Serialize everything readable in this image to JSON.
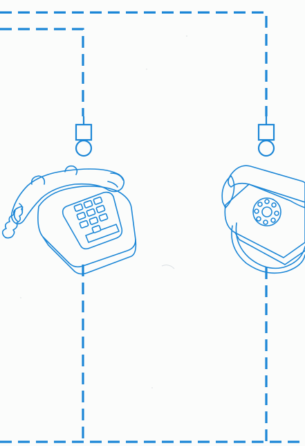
{
  "colors": {
    "ink": "#1b86d6",
    "background": "#fbfcfb"
  },
  "diagram": {
    "wiring": {
      "style": "dashed",
      "lines": [
        "outer-line",
        "inner-line",
        "bottom-line"
      ]
    },
    "sockets": [
      {
        "id": "socket-left",
        "parts": [
          "square-box",
          "round-plug"
        ]
      },
      {
        "id": "socket-right",
        "parts": [
          "square-box",
          "round-plug"
        ]
      }
    ],
    "telephones": [
      {
        "id": "telephone-left",
        "type": "push-button",
        "icon": "push-button-telephone-icon"
      },
      {
        "id": "telephone-right",
        "type": "rotary-dial",
        "icon": "rotary-telephone-icon"
      }
    ]
  }
}
